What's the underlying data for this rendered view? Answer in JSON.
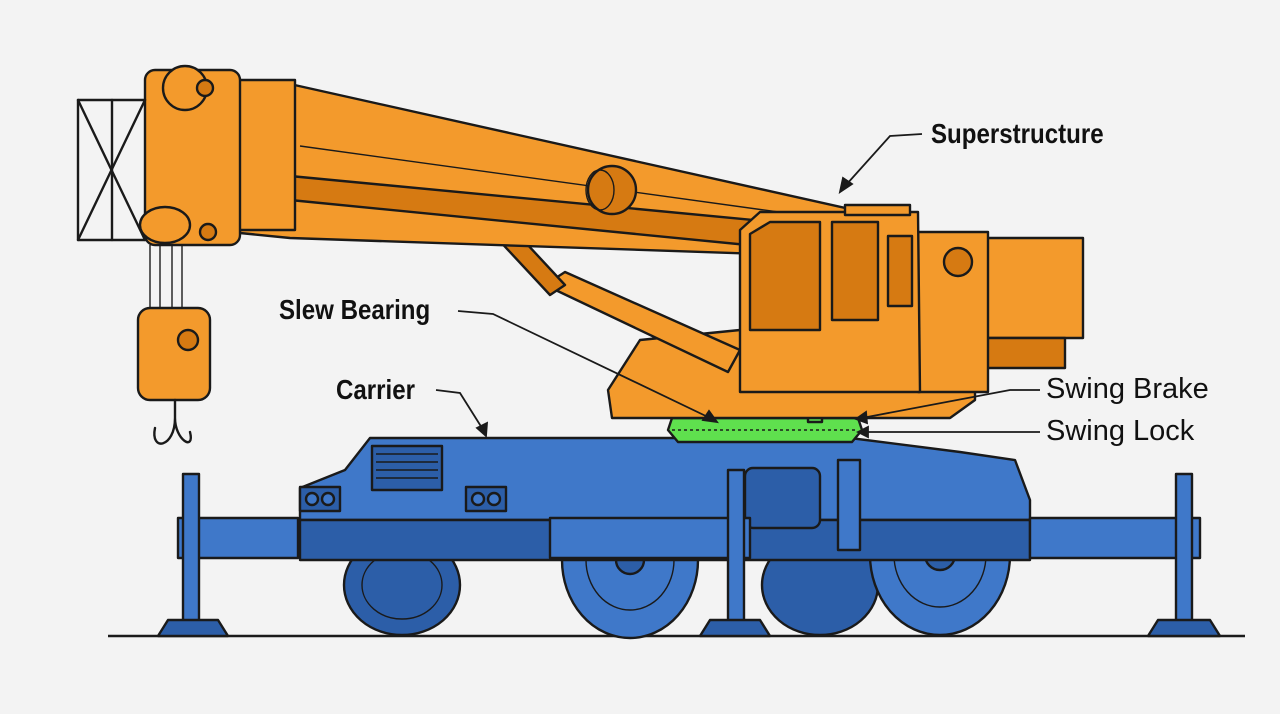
{
  "labels": {
    "superstructure": "Superstructure",
    "slew_bearing": "Slew Bearing",
    "carrier": "Carrier",
    "swing_brake": "Swing Brake",
    "swing_lock": "Swing Lock"
  },
  "colors": {
    "superstructure": "#f39a2c",
    "superstructure_shade": "#d67a12",
    "carrier": "#3f78c9",
    "carrier_shade": "#2c5ea8",
    "slew_bearing": "#5fe04e",
    "outline": "#1a1a1a",
    "background": "#f3f3f3"
  }
}
